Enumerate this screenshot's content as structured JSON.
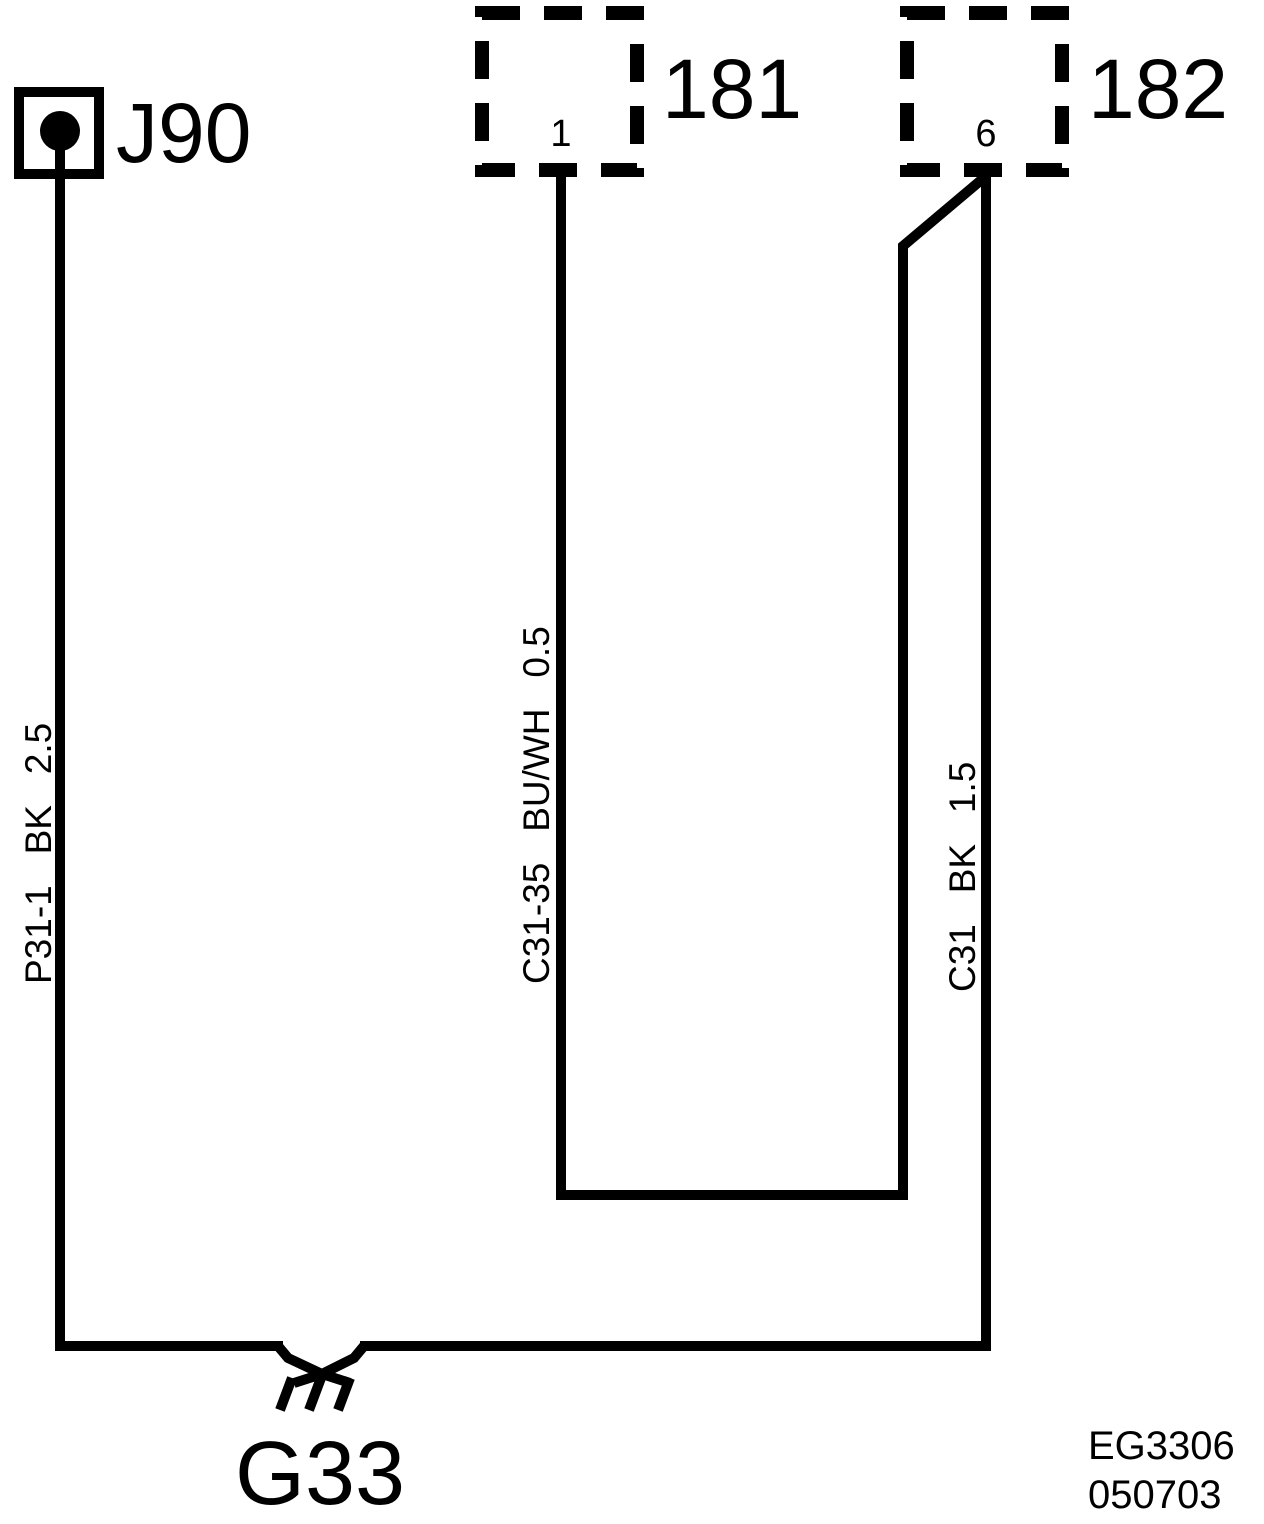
{
  "connectors": {
    "j90": {
      "label": "J90"
    },
    "c181": {
      "label": "181",
      "pin": "1"
    },
    "c182": {
      "label": "182",
      "pin": "6"
    }
  },
  "ground": {
    "label": "G33"
  },
  "wires": {
    "left": {
      "text": "P31-1   BK   2.5"
    },
    "middle": {
      "text": "C31-35   BU/WH   0.5"
    },
    "right": {
      "text": "C31   BK   1.5"
    }
  },
  "footer": {
    "code": "EG3306",
    "date": "050703"
  }
}
